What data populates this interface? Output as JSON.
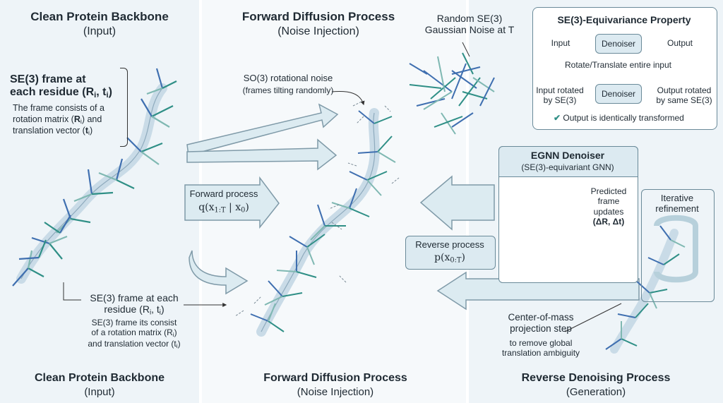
{
  "panels": {
    "clean": {
      "title": "Clean Protein Backbone",
      "subtitle": "(Input)",
      "frame_heading_1": "SE(3) frame at",
      "frame_heading_2": "each residue (R",
      "frame_heading_i": "i",
      "frame_heading_3": ", t",
      "frame_heading_i2": "i",
      "frame_heading_4": ")",
      "frame_desc_1": "The frame consists of a",
      "frame_desc_2": "rotation matrix (",
      "frame_desc_R": "R",
      "frame_desc_i1": "i",
      "frame_desc_3": ") and",
      "frame_desc_4": "translation vector (",
      "frame_desc_t": "t",
      "frame_desc_i2": "i",
      "frame_desc_5": ")",
      "lower_label_1": "SE(3) frame at each",
      "lower_label_2": "residue (R",
      "lower_label_i": "i",
      "lower_label_3": ", t",
      "lower_label_i2": "i",
      "lower_label_4": ")",
      "lower_desc_1": "SE(3) frame its consist",
      "lower_desc_2": "of a rotation matrix (R",
      "lower_desc_i": "i",
      "lower_desc_3": ")",
      "lower_desc_4": "and translation vector (t",
      "lower_desc_i2": "i",
      "lower_desc_5": ")",
      "bottom_title": "Clean Protein Backbone",
      "bottom_subtitle": "(Input)"
    },
    "forward": {
      "title": "Forward Diffusion Process",
      "subtitle": "(Noise Injection)",
      "so3_label": "SO(3) rotational noise",
      "so3_desc": "(frames tilting randomly)",
      "fp_label": "Forward process",
      "fp_formula_a": "q(x",
      "fp_formula_sub": "1:T",
      "fp_formula_b": " | x",
      "fp_formula_sub2": "0",
      "fp_formula_c": ")",
      "bottom_title": "Forward Diffusion Process",
      "bottom_subtitle": "(Noise Injection)"
    },
    "noise": {
      "label_1": "Random SE(3)",
      "label_2": "Gaussian Noise at T"
    },
    "equivariance": {
      "title": "SE(3)-Equivariance Property",
      "input": "Input",
      "denoiser": "Denoiser",
      "output": "Output",
      "rotate": "Rotate/Translate entire input",
      "input_rot_1": "Input rotated",
      "input_rot_2": "by SE(3)",
      "denoiser2": "Denoiser",
      "output_rot_1": "Output rotated",
      "output_rot_2": "by same SE(3)",
      "check": "Output is identically transformed"
    },
    "egnn": {
      "title": "EGNN Denoiser",
      "subtitle": "(SE(3)-equivariant GNN)",
      "pred_1": "Predicted",
      "pred_2": "frame",
      "pred_3": "updates",
      "pred_4": "(ΔR, Δt)"
    },
    "iterative": {
      "line1": "Iterative",
      "line2": "refinement"
    },
    "reverse": {
      "label": "Reverse process",
      "formula_a": "p(x",
      "formula_sub": "0:T",
      "formula_b": ")",
      "com_1": "Center-of-mass",
      "com_2": "projection step",
      "com_3": "to remove global",
      "com_4": "translation ambiguity",
      "bottom_title": "Reverse Denoising Process",
      "bottom_subtitle": "(Generation)"
    }
  },
  "colors": {
    "backbone": "#c9dbe7",
    "backbone_edge": "#8eaabd",
    "arrow_blue": "#3f6fb0",
    "arrow_green": "#2f8f86",
    "arrow_light": "#7fb8b2",
    "big_arrow_fill": "#dcebf1",
    "big_arrow_edge": "#7f9aa8"
  }
}
